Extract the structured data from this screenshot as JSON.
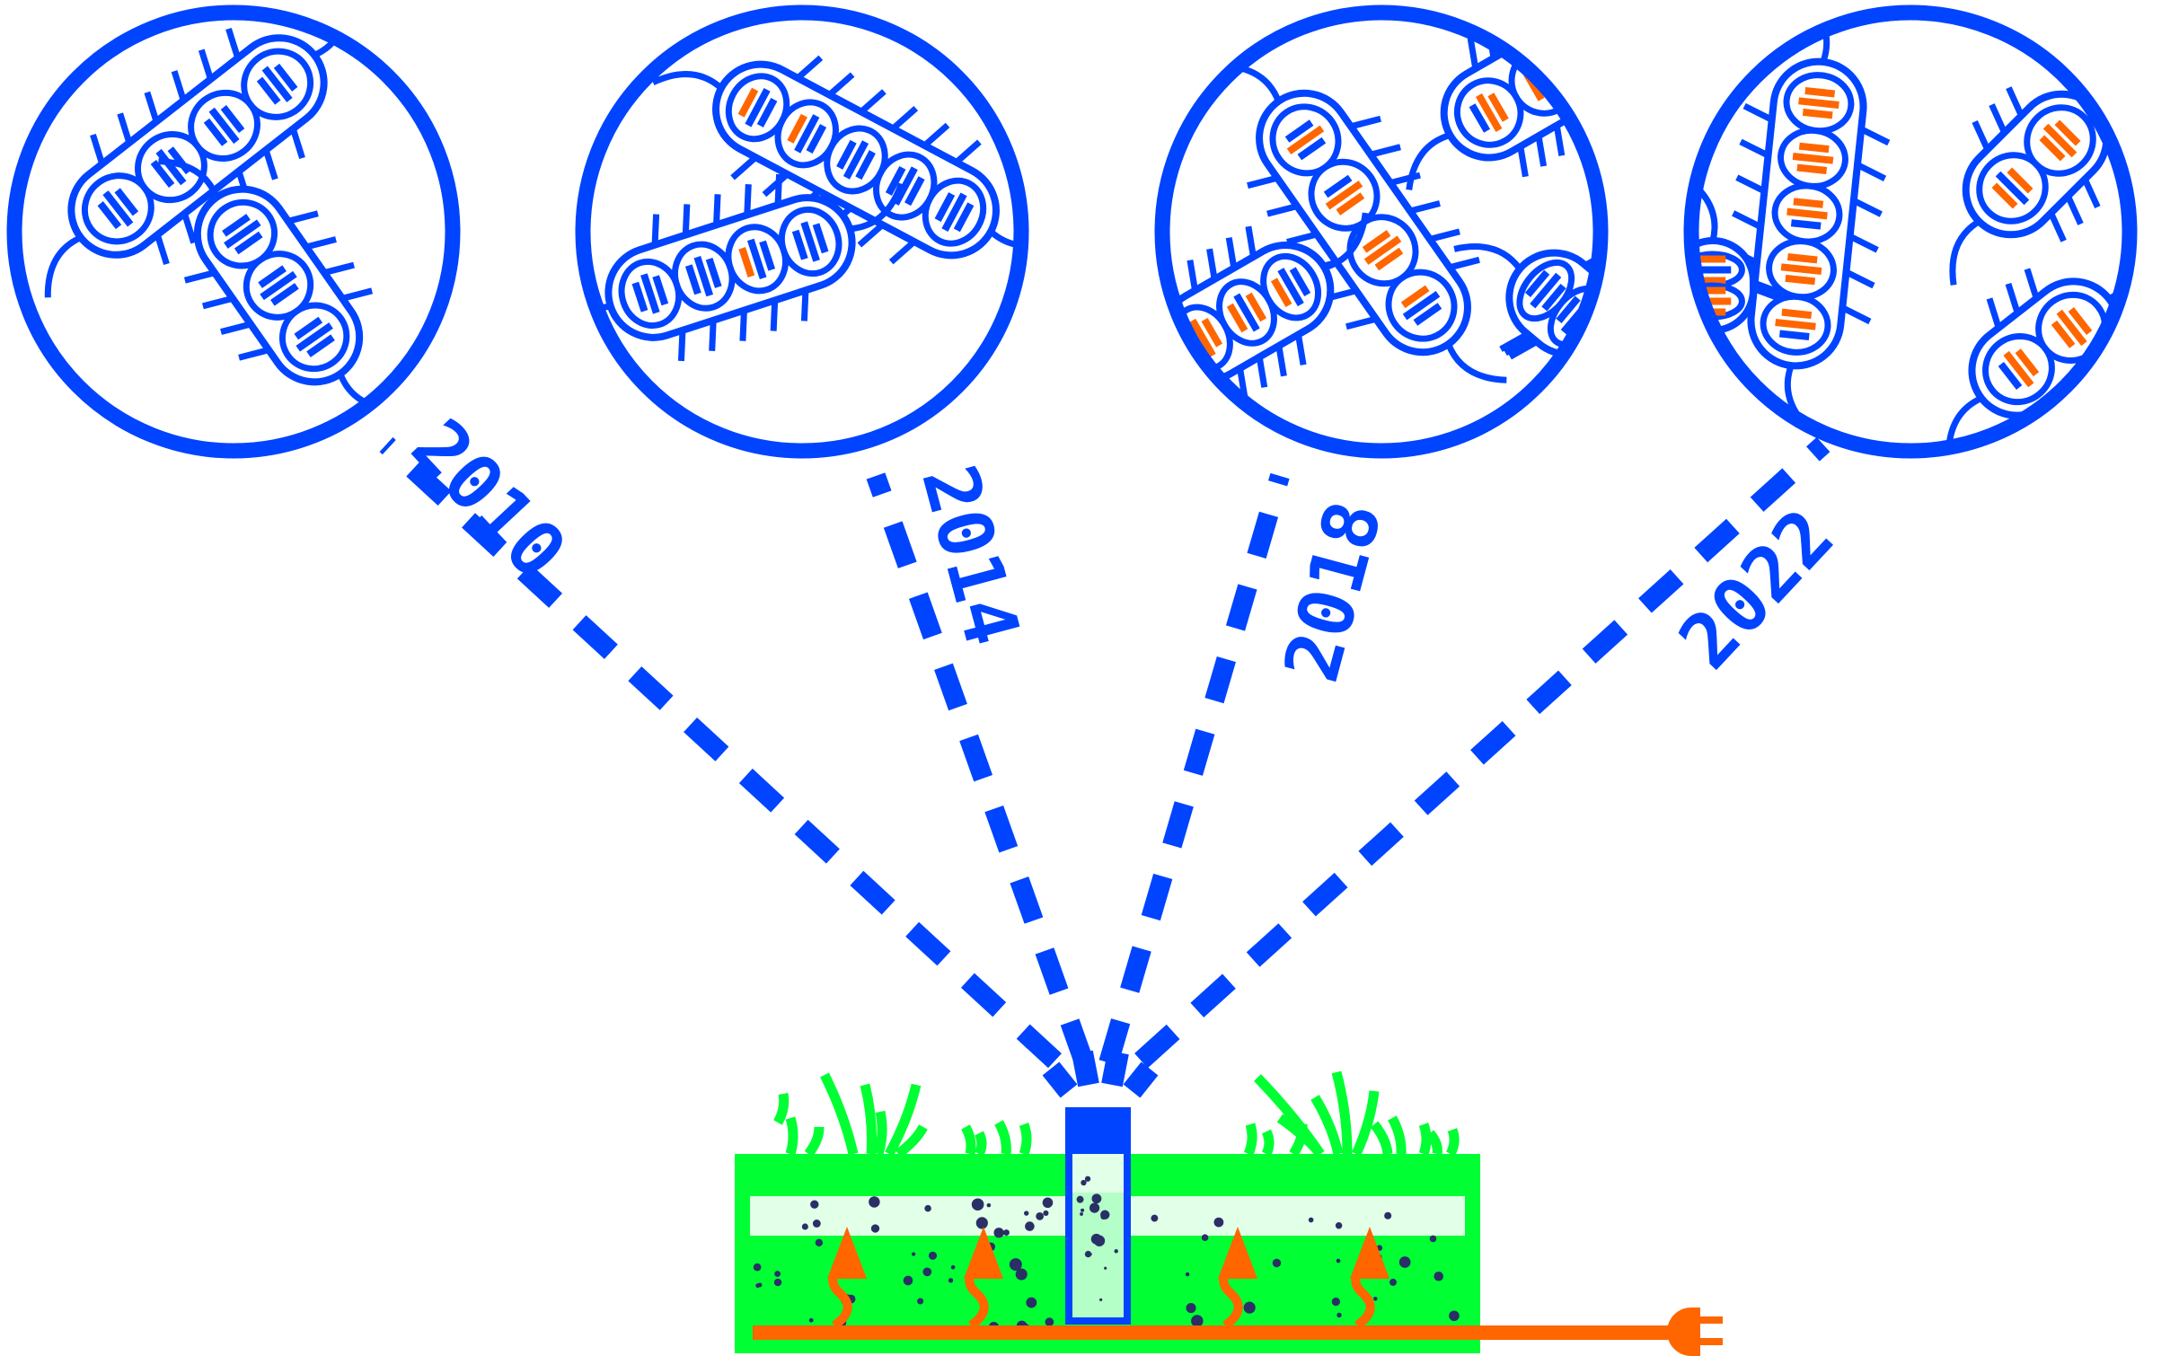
{
  "figure": {
    "title": "Sampling timeline of soil bacteria around a heated sprinkler plot",
    "colors": {
      "blue": "#0044ff",
      "orange": "#ff6600",
      "grass_green": "#00ff33",
      "soil_light": "#e2ffe8",
      "core_fill": "#b4ffc8",
      "soil_particle": "#2a2f66",
      "background": "#ffffff"
    }
  },
  "samples": [
    {
      "year": "2010",
      "orange_fraction": 0.0,
      "bacteria": 2
    },
    {
      "year": "2014",
      "orange_fraction": 0.15,
      "bacteria": 2
    },
    {
      "year": "2018",
      "orange_fraction": 0.55,
      "bacteria": 4
    },
    {
      "year": "2022",
      "orange_fraction": 0.85,
      "bacteria": 4
    }
  ],
  "ground": {
    "layers": [
      "grass",
      "topsoil",
      "subsoil"
    ],
    "heating_arrows": 4,
    "icons": {
      "sprinkler": "soil-core-sampler-icon",
      "plug": "electric-plug-icon",
      "arrow": "heat-arrow-icon"
    }
  }
}
